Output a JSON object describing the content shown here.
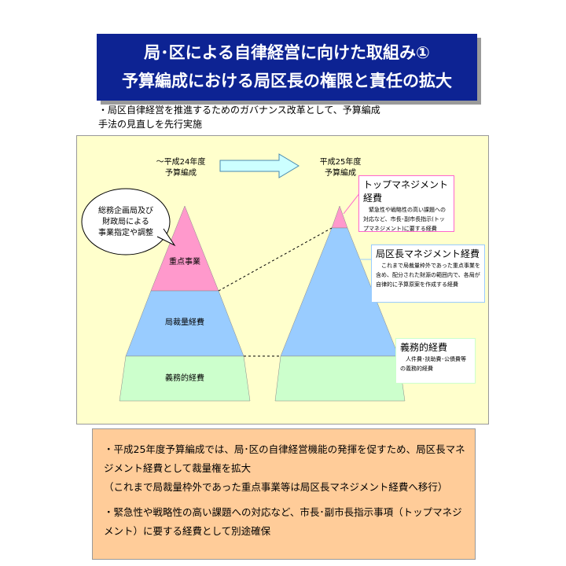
{
  "title": {
    "line1": "局･区による自律経営に向けた取組み①",
    "line2": "予算編成における局区長の権限と責任の拡大"
  },
  "intro": "・局区自律経営を推進するためのガバナンス改革として、予算編成手法の見直しを先行実施",
  "left": {
    "label_line1": "～平成24年度",
    "label_line2": "予算編成",
    "callout": [
      "総務企画局及び",
      "財政局による",
      "事業指定や調整"
    ],
    "tiers": [
      "重点事業",
      "局裁量経費",
      "義務的経費"
    ]
  },
  "right": {
    "label_line1": "平成25年度",
    "label_line2": "予算編成"
  },
  "notes": [
    {
      "heading": "トップマネジメント経費",
      "body": "　緊急性や戦略性の高い課題への対応など、市長･副市長指示(トップマネジメント)に要する経費",
      "border": "#ff66cc"
    },
    {
      "heading": "局区長マネジメント経費",
      "body": "　これまで局裁量枠外であった重点事業を含め、配分された財源の範囲内で、各局が自律的に予算原案を作成する経費",
      "border": "#99ccff"
    },
    {
      "heading": "義務的経費",
      "body": "　人件費･扶助費･公債費等の義務的経費",
      "border": "#ccffcc"
    }
  ],
  "colors": {
    "pink": "#ff99cc",
    "blue": "#99ccff",
    "green": "#ccffcc",
    "title_bg": "#0d2393",
    "panel": "#ffffcc",
    "bottom": "#ffcc99",
    "arrow": "#ccffff"
  },
  "bottom": {
    "items": [
      "・平成25年度予算編成では、局･区の自律経営機能の発揮を促すため、局区長マネジメント経費として裁量権を拡大　　　　　　　　　　　　　　　　　　　　　（これまで局裁量枠外であった重点事業等は局区長マネジメント経費へ移行）",
      "・緊急性や戦略性の高い課題への対応など、市長･副市長指示事項（トップマネジメント）に要する経費として別途確保"
    ]
  }
}
